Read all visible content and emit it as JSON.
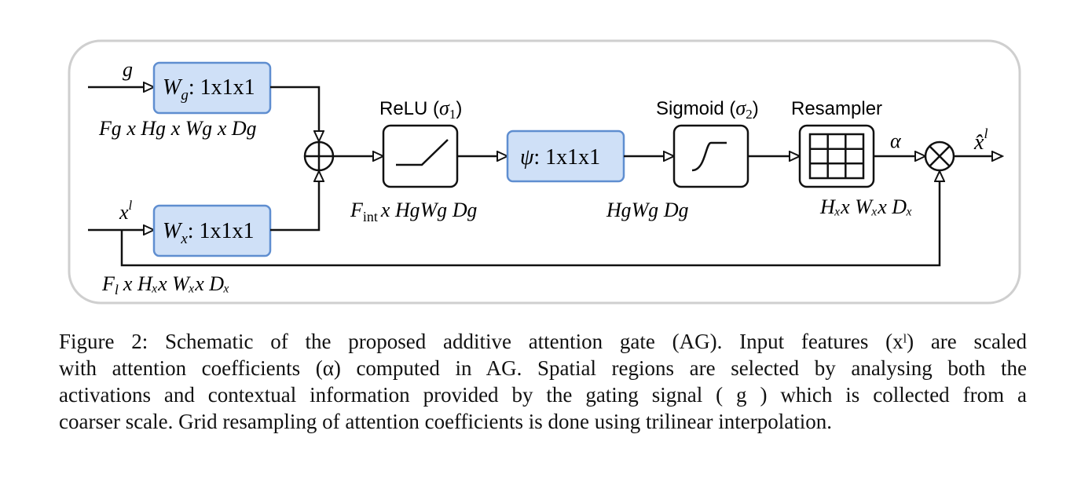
{
  "gating": {
    "input_label": "g",
    "block_label": "W",
    "block_sub": "g",
    "block_kernel": ": 1x1x1",
    "dims": "Fɡ x Hɡ x Wɡ x Dɡ"
  },
  "skip": {
    "input_label": "x",
    "input_sup": "l",
    "block_label": "W",
    "block_sub": "x",
    "block_kernel": ": 1x1x1",
    "dims_F": "F",
    "dims_F_sub": "l",
    "dims_rest": "x Hₓx Wₓx Dₓ"
  },
  "relu": {
    "title": "ReLU (",
    "sigma": "σ",
    "sigma_sub": "1",
    "close": ")",
    "dims_F": "F",
    "dims_F_sub": "int",
    "dims_rest": "x HɡWɡ Dɡ"
  },
  "psi": {
    "symbol": "ψ",
    "kernel": ": 1x1x1",
    "dims": "HɡWɡ Dɡ"
  },
  "sigmoid": {
    "title": "Sigmoid (",
    "sigma": "σ",
    "sigma_sub": "2",
    "close": ")"
  },
  "resampler": {
    "title": "Resampler",
    "alpha": "α",
    "dims": "Hₓx Wₓx Dₓ"
  },
  "output": {
    "label": "x̂",
    "sup": "l"
  },
  "caption": {
    "line1": "Figure 2: Schematic of the proposed additive attention gate (AG). Input features (xˡ) are scaled",
    "line2": "with attention coefficients (α) computed in AG. Spatial regions are selected by analysing both the",
    "line3": "activations and contextual information provided by the gating signal ( g ) which is collected from a",
    "line4": "coarser scale. Grid resampling of attention coefficients is done using trilinear interpolation."
  },
  "colors": {
    "frame": "#cfcfcf",
    "conv_fill": "#cfe0f7",
    "conv_stroke": "#5f8ed0",
    "line": "#111111"
  }
}
